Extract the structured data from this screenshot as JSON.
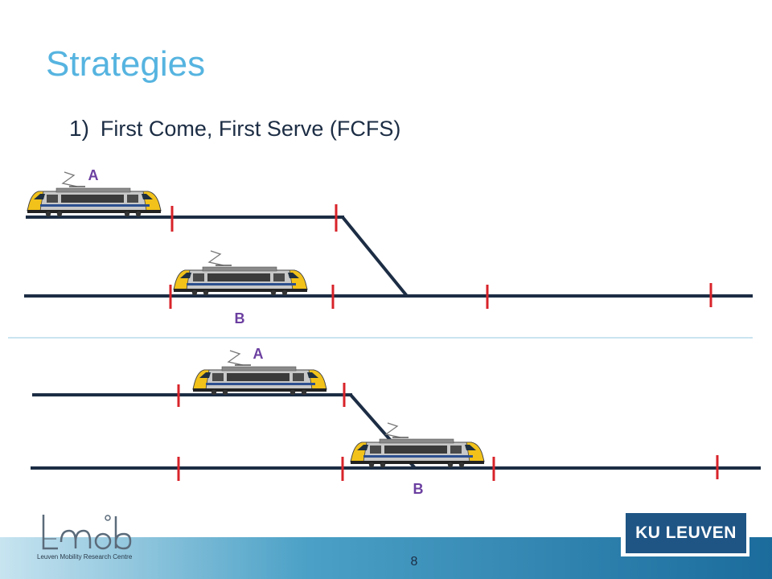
{
  "slide": {
    "title": "Strategies",
    "subtitle_number": "1)",
    "subtitle_text": "First Come, First Serve (FCFS)",
    "page_number": "8"
  },
  "scenario_top": {
    "label_a": "A",
    "label_b": "B"
  },
  "scenario_bottom": {
    "label_a": "A",
    "label_b": "B"
  },
  "branding": {
    "left_logo_text": "Leuven Mobility Research Centre",
    "right_logo_text": "KU LEUVEN"
  },
  "colors": {
    "title": "#56b4e0",
    "track": "#1c2d44",
    "signal": "#d8232a",
    "label": "#6b3fa0",
    "brand": "#1e5585"
  }
}
